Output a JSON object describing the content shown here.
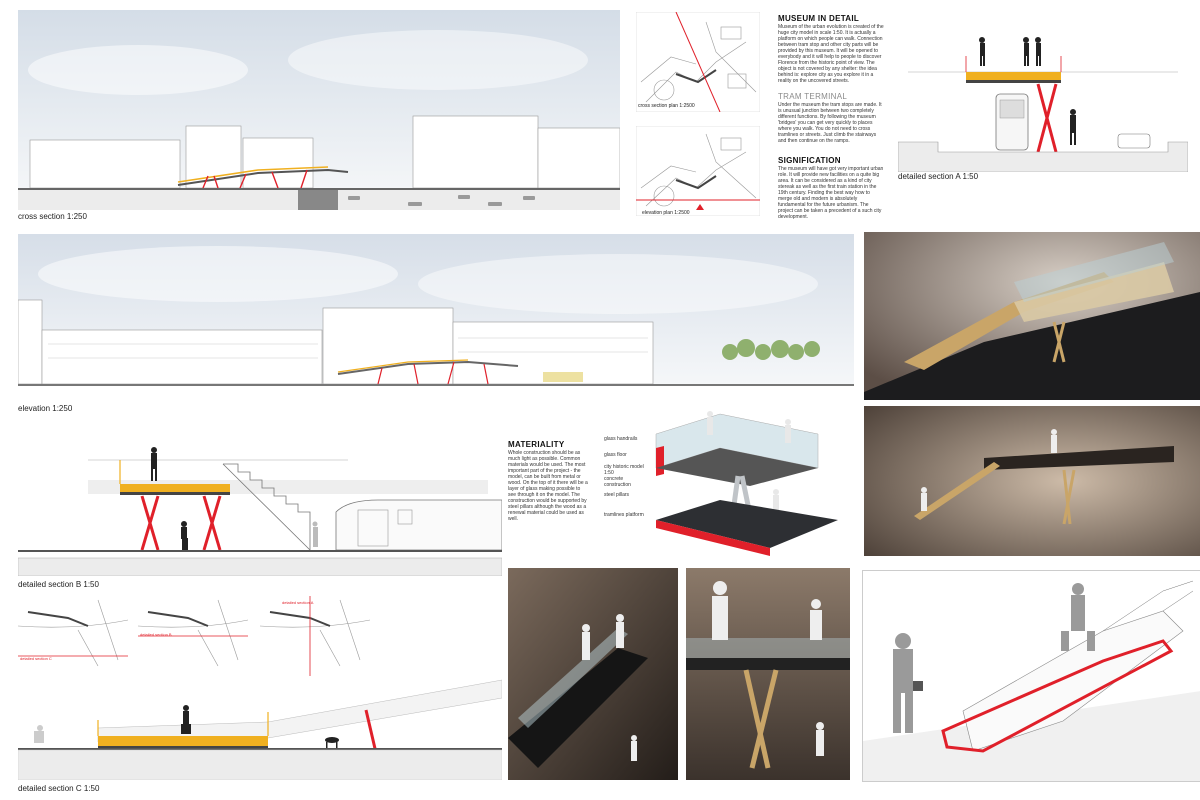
{
  "colors": {
    "accent_red": "#e0202a",
    "accent_yellow": "#f0b020",
    "sky": "#dfe6ee",
    "dark_platform": "#2d2f33",
    "model_wood": "#c9a568"
  },
  "panels": {
    "cross_section_caption": "cross section  1:250",
    "elevation_caption": "elevation  1:250",
    "section_a_caption": "detailed section A  1:50",
    "section_b_caption": "detailed section B  1:50",
    "section_c_caption": "detailed section C  1:50",
    "cross_plan_caption": "cross section plan 1:2500",
    "elevation_plan_caption": "elevation plan  1:2500"
  },
  "plan_markers": {
    "a": "detailed section A",
    "b": "detailed section B",
    "c": "detailed section C"
  },
  "text_blocks": {
    "museum_title": "MUSEUM IN DETAIL",
    "museum_body": "Museum of the urban evolution is created of the huge city model in scale 1:50. It is actually a platform on which people can walk. Connection between tram stop and other city parts will be provided by this museum. It will be opened to everybody and it will help to people to discover Florence from the historic point of view. The object is not covered by any shelter: the idea behind is: explore city as you explore it in a reality on the uncovered streets.",
    "tram_title": "TRAM TERMINAL",
    "tram_body": "Under the museum the tram stops are made. It is unusual junction between two completely different functions. By following the museum 'bridges' you can get very quickly to places where you walk. You do not need to cross tramlines or streets. Just climb the stairways and then continue on the ramps.",
    "signification_title": "SIGNIFICATION",
    "signification_body": "The museum will have got very important urban role. It will provide new facilities on a quite big area. It can be considered as a kind of city stereak as well as the first train station in the 19th century. Finding the best way how to merge old and modern is absolutely fundamental for the future urbanism. The project can be taken a precedent of a such city development.",
    "materiality_title": "MATERIALITY",
    "materiality_body": "Whole construction should be as much light as possible. Common materials would be used. The most important part of the project - the model, can be built from metal or wood. On the top of it there will be a layer of glass making possible to see through it on the model. The construction would be supported by steel pillars although the wood as a renewal material could be used as well."
  },
  "exploded_labels": [
    "glass handrails",
    "glass floor",
    "city historic model 1:50",
    "concrete construction",
    "steel pillars",
    "tramlines platform"
  ]
}
